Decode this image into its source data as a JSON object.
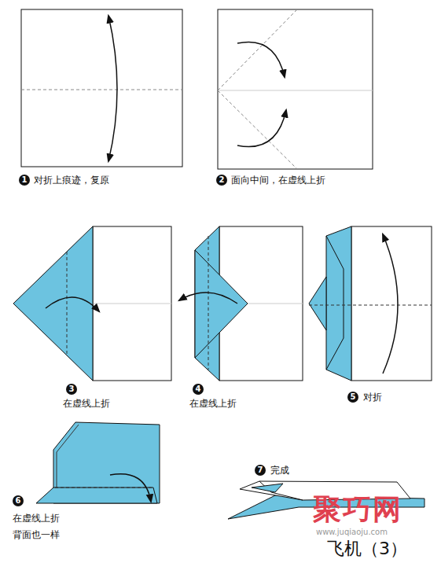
{
  "diagram": {
    "labels": [
      "1",
      "对折上痕迹，复原",
      "2",
      "面向中间，在虚线上折",
      "3",
      "在虚线上折",
      "4",
      "在虚线上折",
      "5",
      "对折",
      "6",
      "在虚线上折",
      "背面也一样",
      "7",
      "完成",
      "聚巧网",
      "www.juqiaoju.com",
      "飞机（3）"
    ]
  }
}
